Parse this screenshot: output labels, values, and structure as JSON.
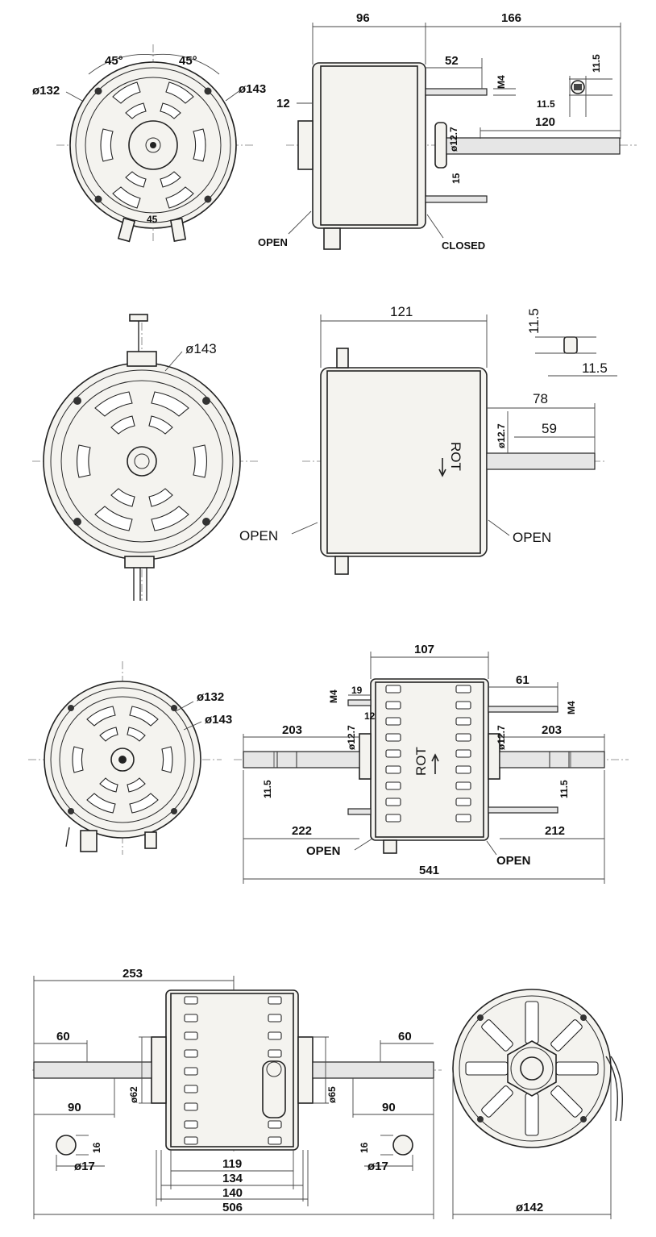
{
  "view1": {
    "angle_left": "45°",
    "angle_right": "45°",
    "dia_inner": "ø132",
    "dia_outer": "ø143",
    "bottom_mark": "45",
    "len_body": "96",
    "len_right": "166",
    "dim_52": "52",
    "dim_m4": "M4",
    "dim_12": "12",
    "dim_shaft": "ø12.7",
    "dim_120": "120",
    "dim_115a": "11.5",
    "dim_115b": "11.5",
    "dim_15": "15",
    "open": "OPEN",
    "closed": "CLOSED"
  },
  "view2": {
    "dia_outer": "ø143",
    "len_body": "121",
    "dim_115a": "11.5",
    "dim_115b": "11.5",
    "dim_78": "78",
    "dim_59": "59",
    "dim_shaft": "ø12.7",
    "rot": "ROT",
    "open_left": "OPEN",
    "open_right": "OPEN"
  },
  "view3": {
    "dia_inner": "ø132",
    "dia_outer": "ø143",
    "len_body": "107",
    "dim_61": "61",
    "dim_m4_left": "M4",
    "dim_m4_right": "M4",
    "dim_19": "19",
    "dim_12": "12",
    "dim_shaft_left": "ø12.7",
    "dim_shaft_right": "ø12.7",
    "dim_203_left": "203",
    "dim_203_right": "203",
    "dim_115_left": "11.5",
    "dim_115_right": "11.5",
    "dim_222": "222",
    "dim_212": "212",
    "dim_541": "541",
    "rot": "ROT",
    "open_left": "OPEN",
    "open_right": "OPEN"
  },
  "view4": {
    "dim_253": "253",
    "dim_60_left": "60",
    "dim_60_right": "60",
    "dim_90_left": "90",
    "dim_90_right": "90",
    "dim_62": "ø62",
    "dim_65": "ø65",
    "dim_16_left": "16",
    "dim_16_right": "16",
    "dim_17_left": "ø17",
    "dim_17_right": "ø17",
    "dim_119": "119",
    "dim_134": "134",
    "dim_140": "140",
    "dim_506": "506",
    "dim_142": "ø142"
  }
}
